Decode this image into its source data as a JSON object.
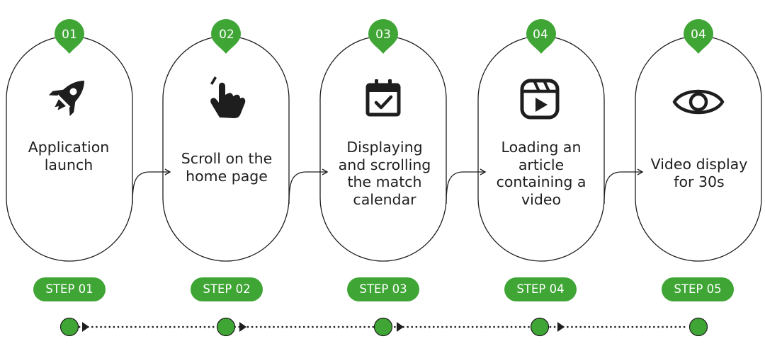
{
  "colors": {
    "accent": "#3fa535",
    "outline": "#1e1e1e",
    "text": "#1e1e1e",
    "background": "#ffffff"
  },
  "steps": [
    {
      "pin": "01",
      "icon": "rocket-icon",
      "lines": [
        "Application",
        "launch"
      ],
      "badge": "STEP 01"
    },
    {
      "pin": "02",
      "icon": "scroll-gesture-icon",
      "lines": [
        "Scroll on the",
        "home page"
      ],
      "badge": "STEP 02"
    },
    {
      "pin": "03",
      "icon": "calendar-check-icon",
      "lines": [
        "Displaying",
        "and scrolling",
        "the match",
        "calendar"
      ],
      "badge": "STEP 03"
    },
    {
      "pin": "04",
      "icon": "video-play-icon",
      "lines": [
        "Loading an",
        "article",
        "containing a",
        "video"
      ],
      "badge": "STEP 04"
    },
    {
      "pin": "04",
      "icon": "eye-icon",
      "lines": [
        "Video display",
        "for 30s"
      ],
      "badge": "STEP 05"
    }
  ]
}
